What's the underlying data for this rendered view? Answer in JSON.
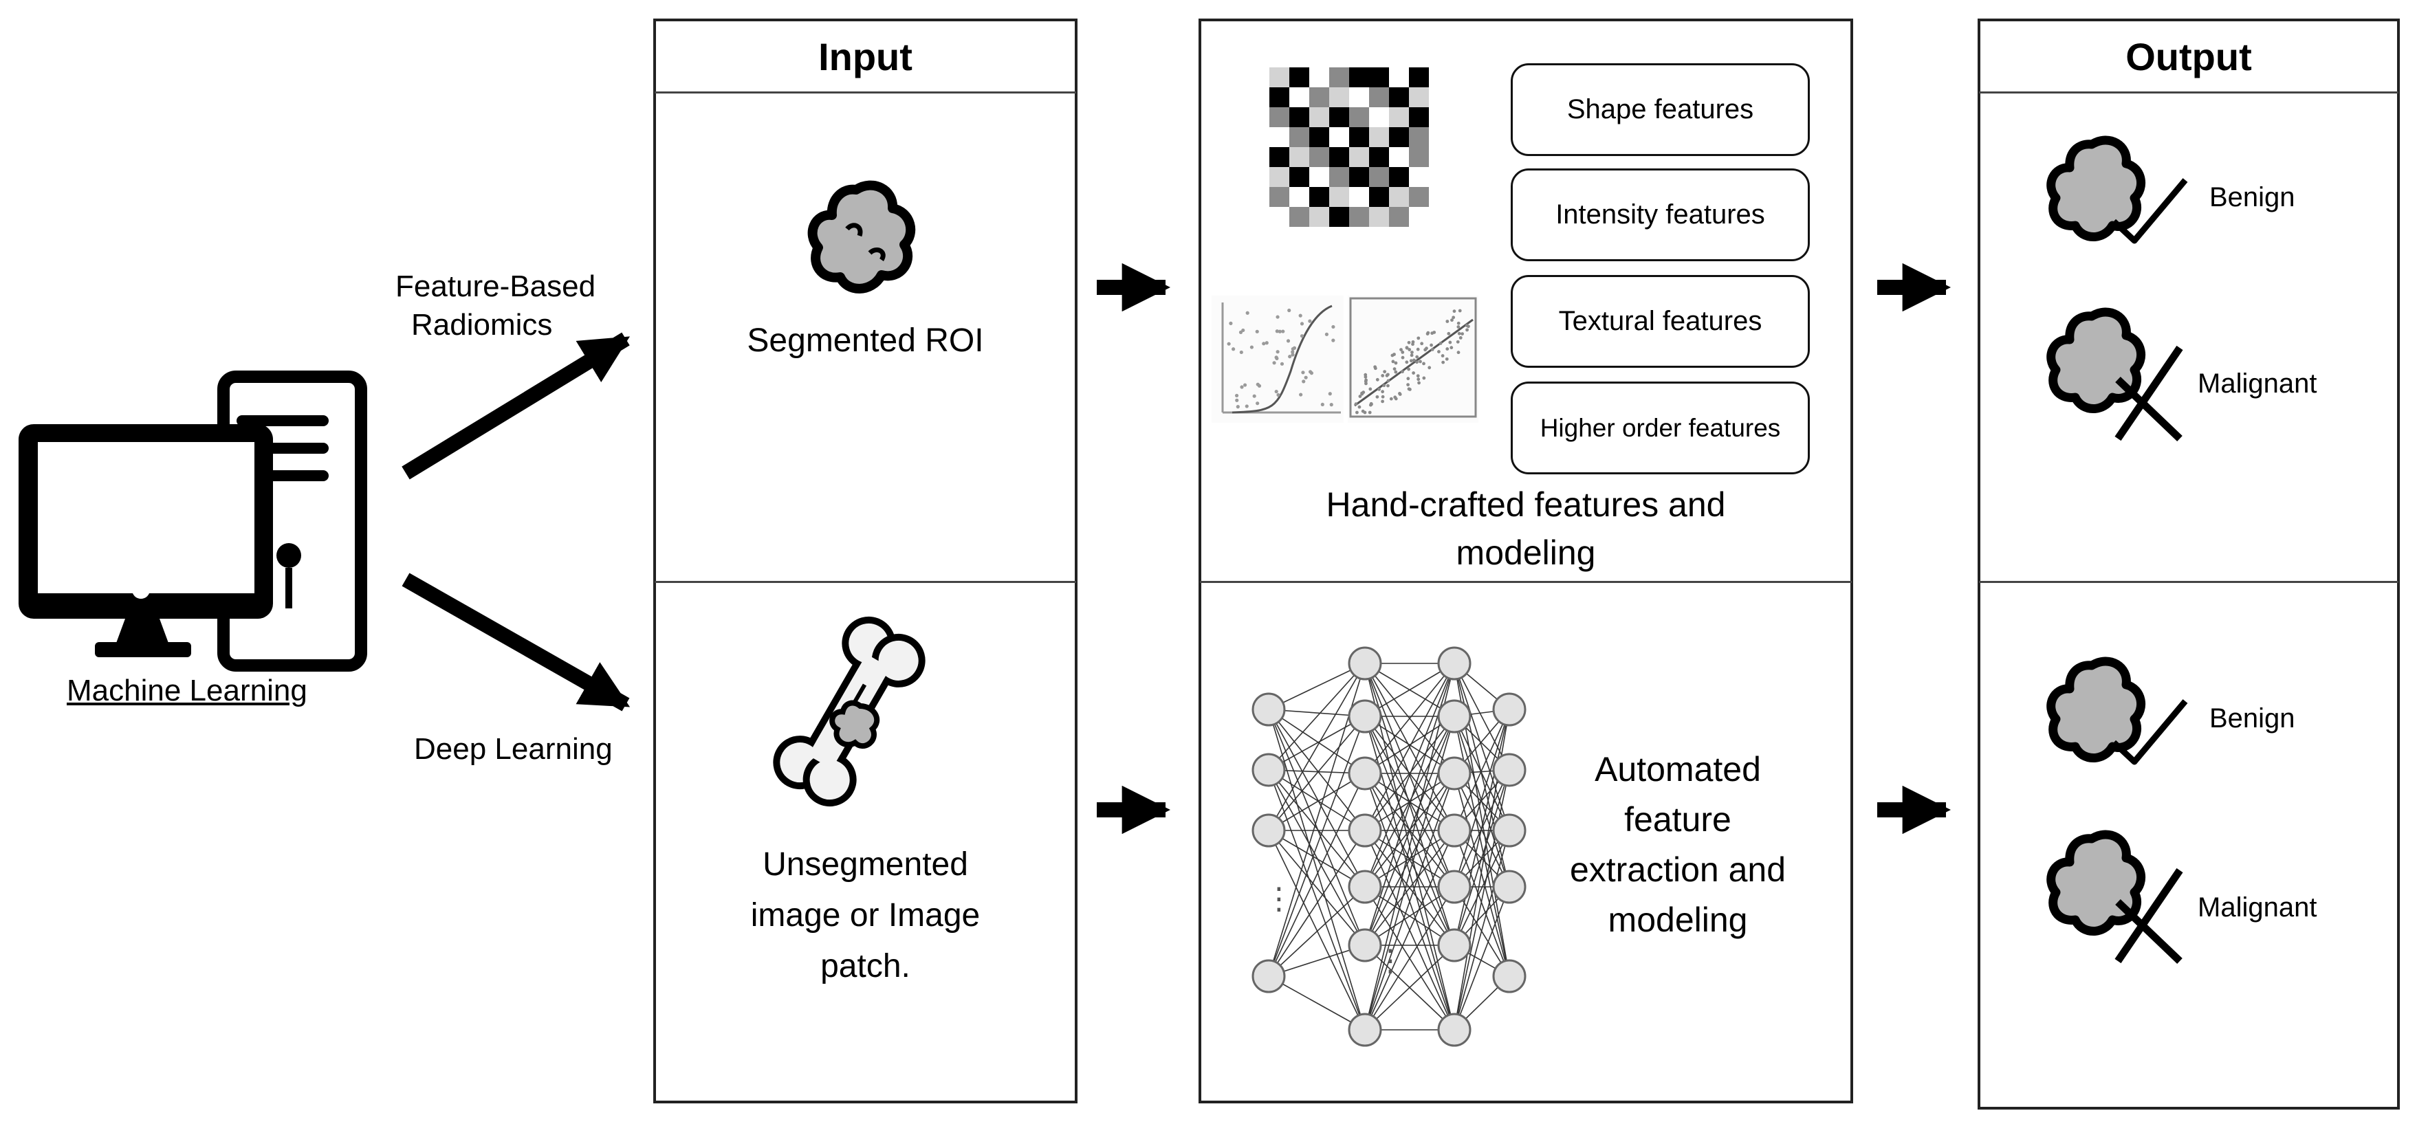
{
  "left": {
    "machine_learning": "Machine Learning",
    "feature_based_radiomics_line1": "Feature-Based",
    "feature_based_radiomics_line2": "Radiomics",
    "deep_learning": "Deep Learning"
  },
  "input_panel": {
    "title": "Input",
    "segmented_roi": "Segmented ROI",
    "unsegmented_line1": "Unsegmented",
    "unsegmented_line2": "image or Image",
    "unsegmented_line3": "patch."
  },
  "features_panel": {
    "feature_boxes": [
      "Shape features",
      "Intensity features",
      "Textural features",
      "Higher order features"
    ],
    "handcrafted_line1": "Hand-crafted features and",
    "handcrafted_line2": "modeling",
    "automated_line1": "Automated",
    "automated_line2": "feature",
    "automated_line3": "extraction and",
    "automated_line4": "modeling",
    "ellipsis": "⋮"
  },
  "output_panel": {
    "title": "Output",
    "top_benign": "Benign",
    "top_malignant": "Malignant",
    "bottom_benign": "Benign",
    "bottom_malignant": "Malignant"
  },
  "colors": {
    "lesion_fill": "#b5b5b5",
    "grid_dark": "#000000",
    "grid_mid": "#8a8a8a",
    "grid_light": "#d3d3d3",
    "node_fill": "#e2e2e2"
  }
}
